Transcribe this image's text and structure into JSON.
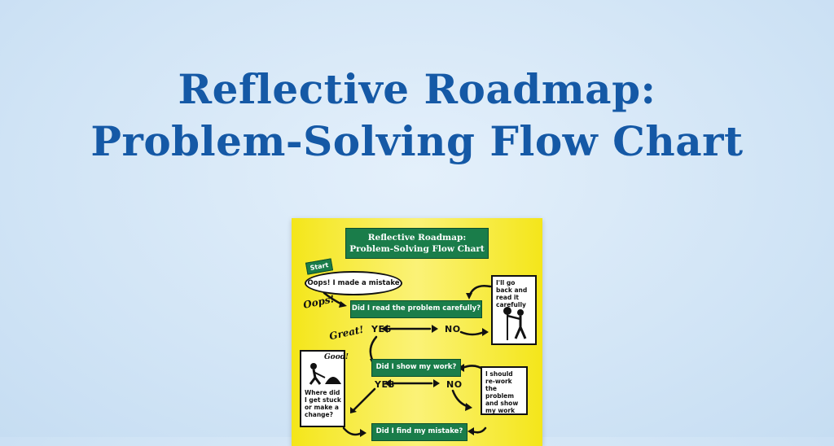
{
  "headline": {
    "line1": "Reflective Roadmap:",
    "line2": "Problem-Solving Flow Chart"
  },
  "poster": {
    "title_line1": "Reflective Roadmap:",
    "title_line2": "Problem-Solving Flow Chart",
    "start_label": "Start",
    "start_oval": "Oops! I made a mistake",
    "oops_label": "Oops!",
    "great_label": "Great!",
    "question1": "Did I read the problem carefully?",
    "question2": "Did I show my work?",
    "question3": "Did I find my mistake?",
    "yes": "YES",
    "no": "NO",
    "card_read": "I'll go back and read it carefully",
    "card_rework": "I should re-work the problem and show my work",
    "card_stuck_badge": "Good!",
    "card_stuck": "Where did I get stuck or make a change?",
    "colors": {
      "headline": "#1559a6",
      "poster_bg": "#f4e61a",
      "box_green": "#1a7d4a"
    }
  }
}
